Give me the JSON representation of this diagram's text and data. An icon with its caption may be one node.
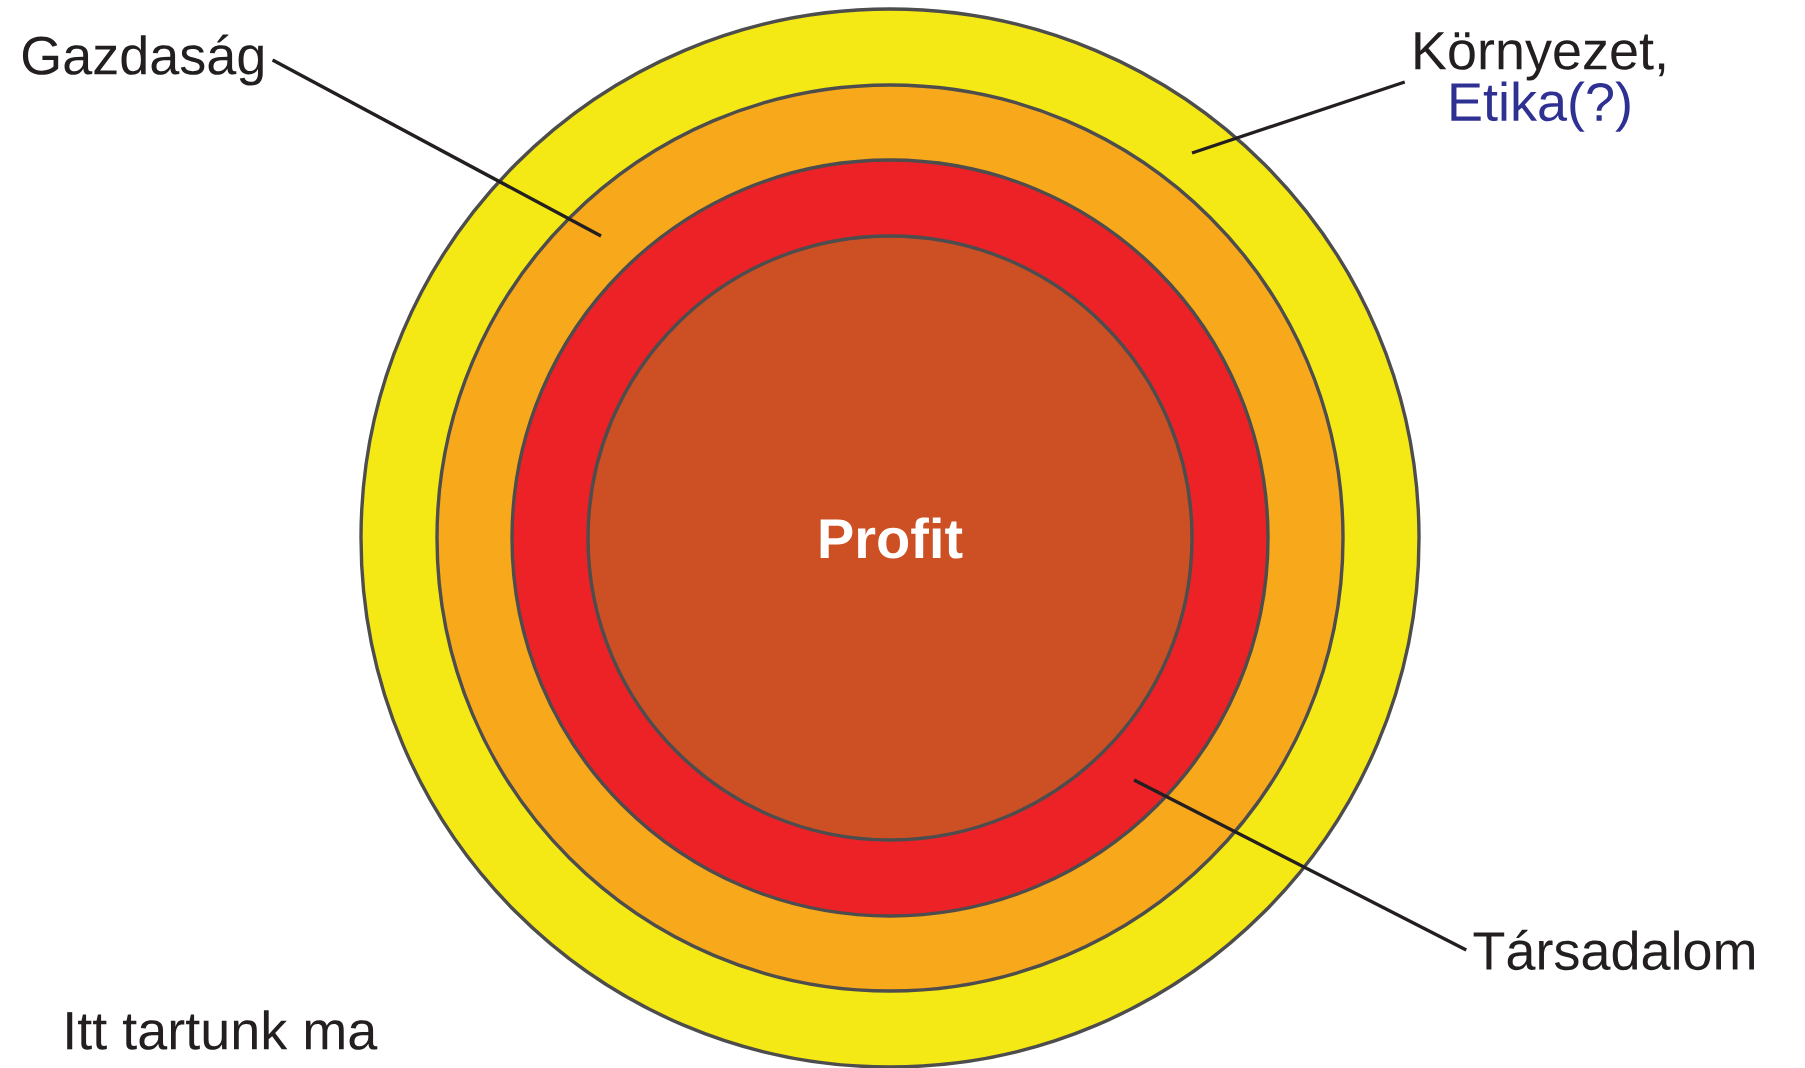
{
  "diagram": {
    "nodes": [
      {
        "text": [],
        "shape": "circle"
      },
      {
        "text": [],
        "shape": "circle",
        "in": 0
      },
      {
        "text": [],
        "shape": "circle",
        "in": 1
      },
      {
        "text": [
          "Profit"
        ],
        "in": 2
      },
      {
        "text": [
          "Gazdaság"
        ]
      },
      {
        "text": [
          "Környezet,",
          "Etika(?)"
        ]
      },
      {
        "text": [
          "Társadalom"
        ]
      }
    ],
    "edges": [
      {
        "from": 4,
        "to": 1,
        "arrow": "none"
      },
      {
        "from": 5,
        "to": 0,
        "arrow": "none"
      },
      {
        "from": 6,
        "to": 2,
        "arrow": "none"
      }
    ],
    "labels": [
      "Itt tartunk ma"
    ]
  }
}
